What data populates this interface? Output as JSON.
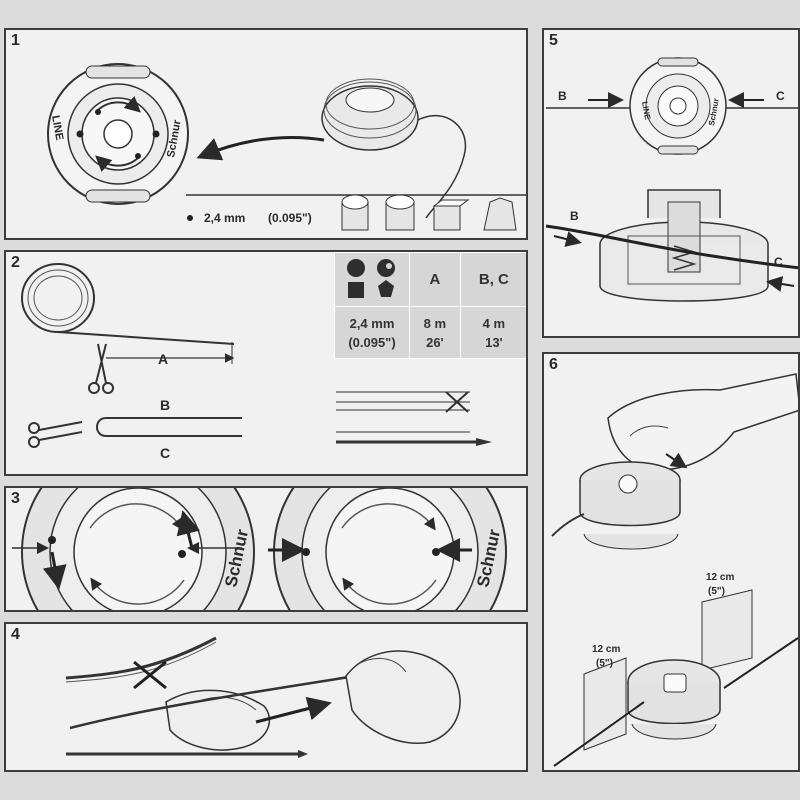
{
  "panels": [
    {
      "number": "1"
    },
    {
      "number": "2"
    },
    {
      "number": "3"
    },
    {
      "number": "4"
    },
    {
      "number": "5"
    },
    {
      "number": "6"
    }
  ],
  "p1": {
    "ring_top_label": "Schnur",
    "ring_left_label": "LINE",
    "diameter": "2,4 mm",
    "diameter_in": "(0.095\")"
  },
  "p2": {
    "label_a": "A",
    "label_b": "B",
    "label_c": "C",
    "table": {
      "col_a": "A",
      "col_bc": "B, C",
      "size_mm": "2,4 mm",
      "size_in": "(0.095\")",
      "a_m": "8 m",
      "a_ft": "26'",
      "bc_m": "4 m",
      "bc_ft": "13'"
    }
  },
  "p3": {
    "ring_label": "Schnur"
  },
  "p5": {
    "label_b": "B",
    "label_c": "C",
    "ring_top_label": "Schnur",
    "ring_left_label": "LINE"
  },
  "p6": {
    "len1_cm": "12 cm",
    "len1_in": "(5\")",
    "len2_cm": "12 cm",
    "len2_in": "(5\")"
  }
}
